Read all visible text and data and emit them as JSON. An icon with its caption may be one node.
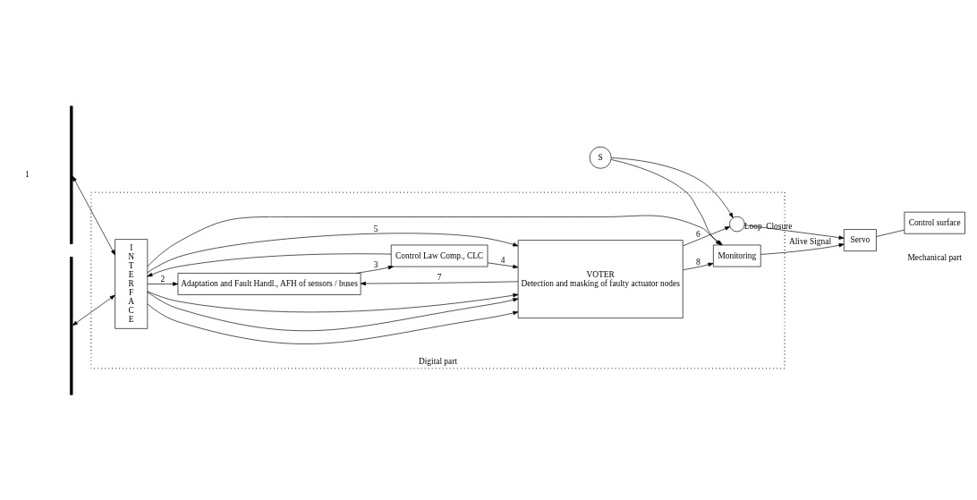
{
  "diagram": {
    "nodes": [
      {
        "text": [
          "Digital part"
        ]
      },
      {
        "text": [
          "INTERFACE"
        ],
        "in": 0
      },
      {
        "text": [
          "Adaptation and Fault Handl., AFH of sensors / buses"
        ],
        "in": 0
      },
      {
        "text": [
          "Control Law Comp., CLC"
        ],
        "in": 0
      },
      {
        "text": [
          "VOTER",
          "Detection and masking of faulty actuator nodes"
        ],
        "in": 0
      },
      {
        "text": [
          "Monitoring"
        ],
        "in": 0
      },
      {
        "text": [],
        "shape": "circle",
        "beside": [
          "Loop  Closure"
        ],
        "in": 0
      },
      {
        "text": [
          "Servo"
        ]
      },
      {
        "text": [
          "Control surface"
        ]
      },
      {
        "text": [
          "S"
        ]
      },
      {
        "text": [],
        "shape": "bar"
      },
      {
        "text": [],
        "shape": "bar"
      }
    ],
    "edges": [
      {
        "from": 11,
        "to": 1,
        "arrow": "both"
      },
      {
        "from": 10,
        "to": 1,
        "arrow": "both"
      },
      {
        "from": 1,
        "to": 2,
        "arrow": "to",
        "label": "2"
      },
      {
        "from": 2,
        "to": 3,
        "arrow": "to",
        "label": "3"
      },
      {
        "from": 3,
        "to": 1,
        "arrow": "to"
      },
      {
        "from": 3,
        "to": 4,
        "arrow": "to",
        "label": "4"
      },
      {
        "from": 1,
        "to": 4,
        "arrow": "to"
      },
      {
        "from": 1,
        "to": 4,
        "arrow": "to",
        "label": "5"
      },
      {
        "from": 1,
        "to": 4,
        "arrow": "to"
      },
      {
        "from": 1,
        "to": 4,
        "arrow": "to"
      },
      {
        "from": 1,
        "to": 5,
        "arrow": "to"
      },
      {
        "from": 4,
        "to": 2,
        "arrow": "to",
        "label": "7"
      },
      {
        "from": 4,
        "to": 6,
        "arrow": "to",
        "label": "6"
      },
      {
        "from": 4,
        "to": 5,
        "arrow": "to",
        "label": "8"
      },
      {
        "from": 6,
        "to": 7,
        "arrow": "to"
      },
      {
        "from": 7,
        "to": 8,
        "arrow": "none"
      },
      {
        "from": 9,
        "to": 6,
        "arrow": "to"
      },
      {
        "from": 9,
        "to": 5,
        "arrow": "to"
      },
      {
        "from": 5,
        "to": 7,
        "arrow": "to",
        "label": "Alive Signal"
      }
    ],
    "labels": [
      "1",
      "Mechanical part"
    ]
  }
}
